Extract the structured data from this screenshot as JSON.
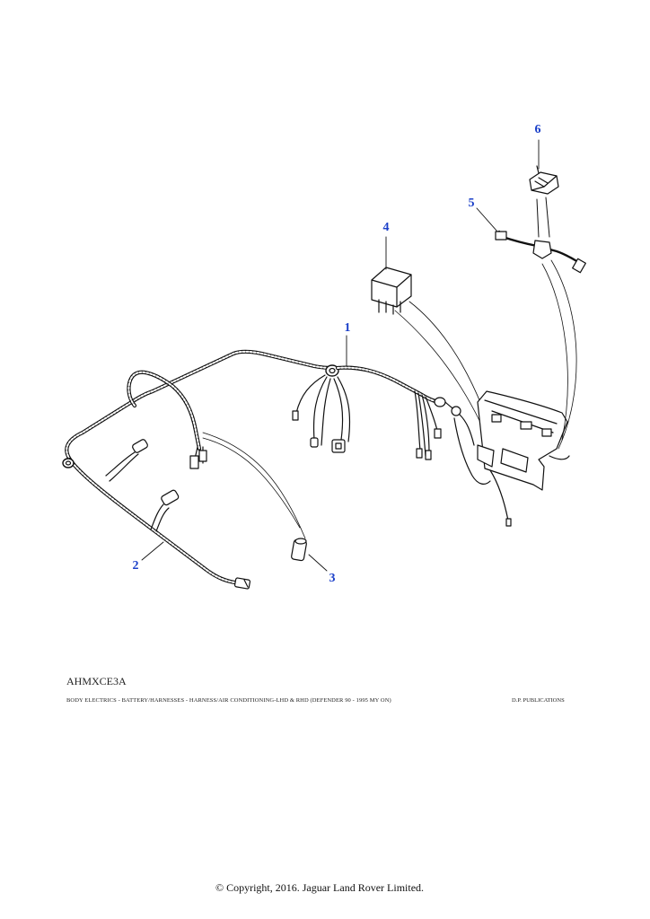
{
  "callouts": {
    "c1": "1",
    "c2": "2",
    "c3": "3",
    "c4": "4",
    "c5": "5",
    "c6": "6"
  },
  "figure_code": "AHMXCE3A",
  "caption": "BODY ELECTRICS - BATTERY/HARNESSES - HARNESS/AIR CONDITIONING-LHD & RHD  (DEFENDER 90 - 1995 MY ON)",
  "publisher": "D.P. PUBLICATIONS",
  "copyright": "© Copyright, 2016. Jaguar Land Rover Limited.",
  "colors": {
    "callout": "#1a3fc9",
    "line_art": "#111111"
  }
}
